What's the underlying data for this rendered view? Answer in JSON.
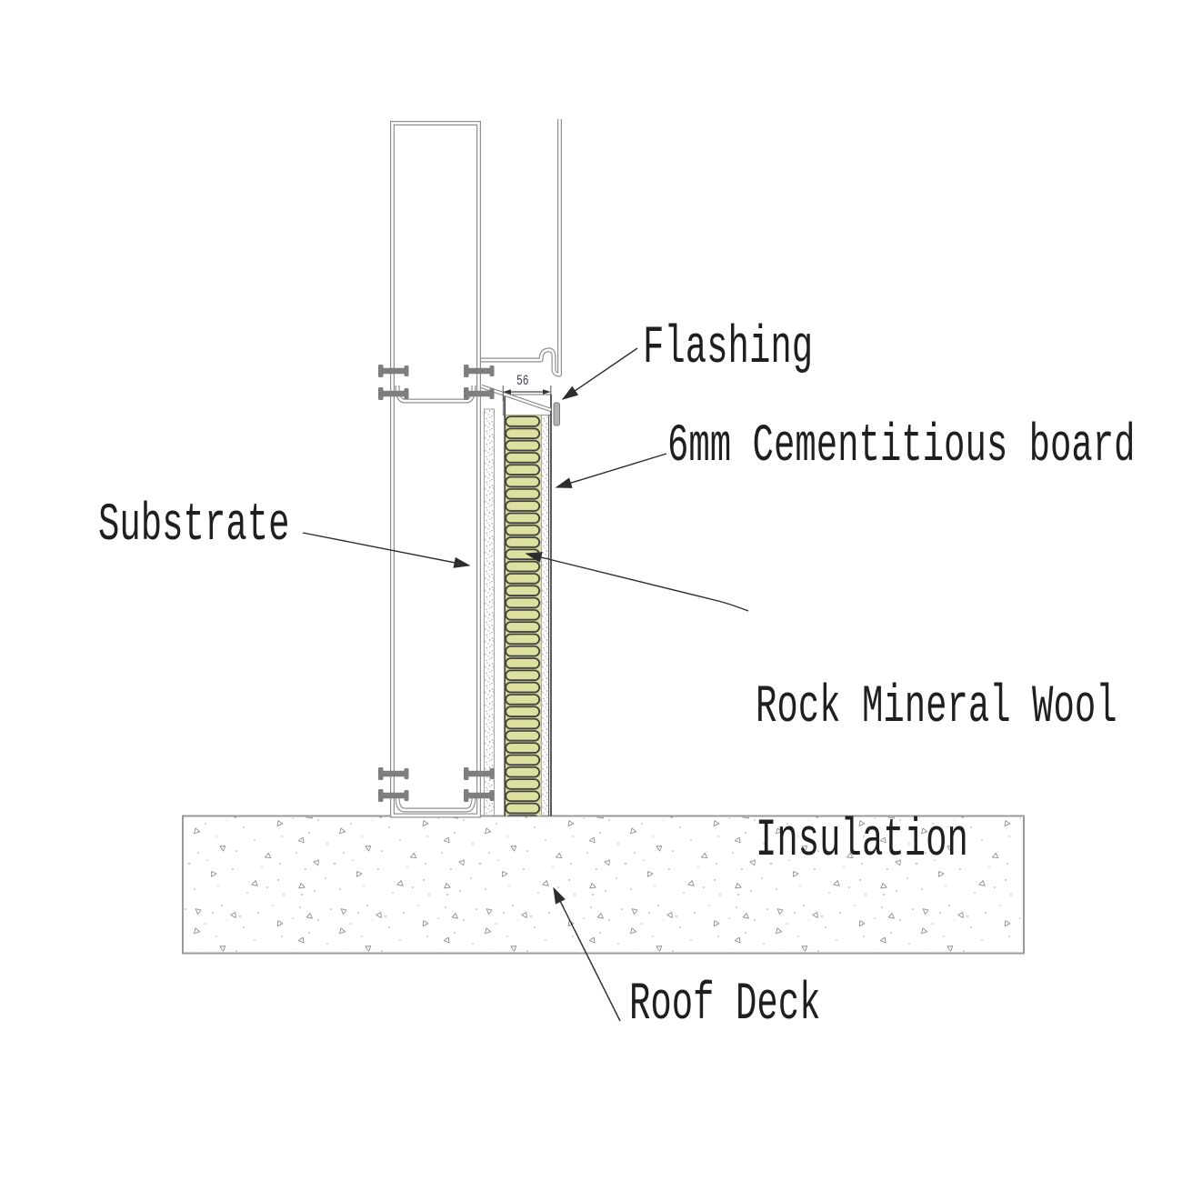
{
  "diagram": {
    "type": "construction-detail-section",
    "callouts": {
      "flashing": {
        "label": "Flashing"
      },
      "cementitious_board": {
        "label": "6mm Cementitious board"
      },
      "substrate": {
        "label": "Substrate"
      },
      "rock_mineral_wool": {
        "label_line1": "Rock Mineral Wool",
        "label_line2": "Insulation"
      },
      "roof_deck": {
        "label": "Roof Deck"
      }
    },
    "dimensions": {
      "insulation_width": "56"
    },
    "colors": {
      "insulation_fill": "#dde09e",
      "structure_line": "#8f8f8f",
      "hatch_line": "#3f3f3f",
      "fastener": "#7e7e7e",
      "text": "#1f1f1f"
    }
  }
}
